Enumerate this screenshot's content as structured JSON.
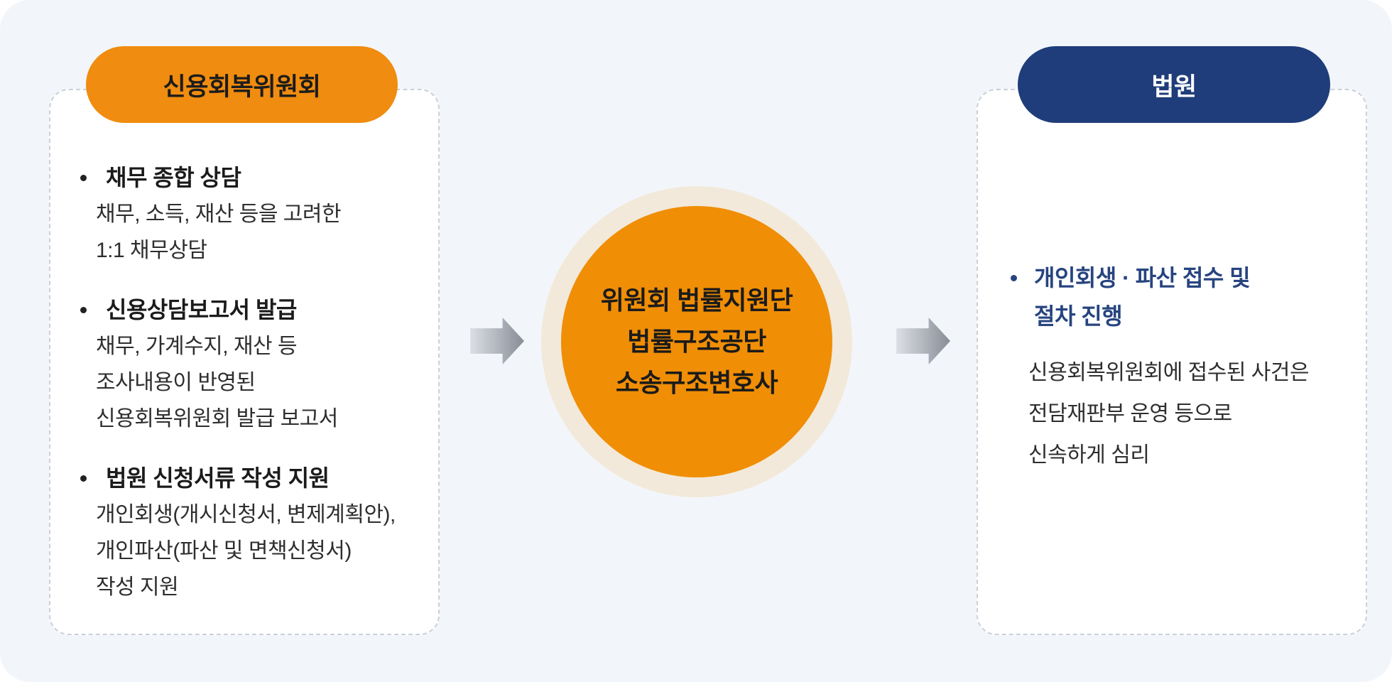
{
  "canvas": {
    "bg": "#F2F6FA"
  },
  "left_card": {
    "header": "신용회복위원회",
    "header_bg": "#F08C0F",
    "items": [
      {
        "title": "채무 종합 상담",
        "lines": [
          "채무, 소득, 재산 등을 고려한",
          "1:1 채무상담"
        ]
      },
      {
        "title": "신용상담보고서 발급",
        "lines": [
          "채무, 가계수지, 재산 등",
          "조사내용이 반영된",
          "신용회복위원회 발급 보고서"
        ]
      },
      {
        "title": "법원 신청서류 작성 지원",
        "lines": [
          "개인회생(개시신청서, 변제계획안),",
          "개인파산(파산 및 면책신청서)",
          "작성 지원"
        ]
      }
    ]
  },
  "center": {
    "circle_color": "#F08E06",
    "ring_color": "#F2E9DA",
    "lines": [
      "위원회 법률지원단",
      "법률구조공단",
      "소송구조변호사"
    ]
  },
  "right_card": {
    "header": "법원",
    "header_bg": "#1F3D7A",
    "item": {
      "title_color": "#27447F",
      "title_lines": [
        "개인회생 · 파산 접수 및",
        "절차 진행"
      ],
      "lines": [
        "신용회복위원회에 접수된 사건은",
        "전담재판부 운영 등으로",
        "신속하게 심리"
      ]
    }
  },
  "arrows": {
    "gradient_from": "#DCDFE4",
    "gradient_to": "#878C96"
  }
}
